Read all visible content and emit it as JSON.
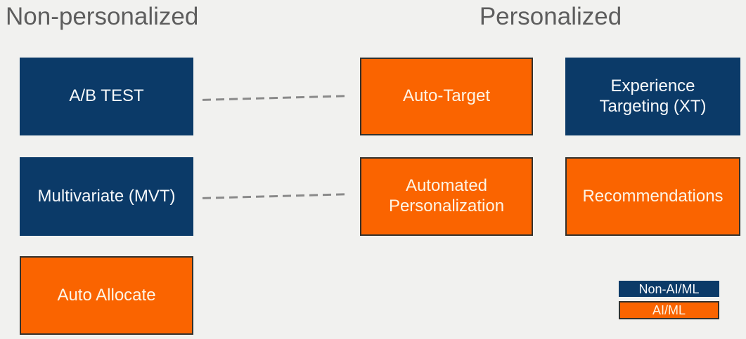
{
  "headings": {
    "left": "Non-personalized",
    "right": "Personalized"
  },
  "boxes": [
    {
      "id": "ab-test",
      "label": "A/B TEST",
      "type": "non-ai-ml",
      "column": "non-personalized",
      "row": 1
    },
    {
      "id": "auto-target",
      "label": "Auto-Target",
      "type": "ai-ml",
      "column": "personalized",
      "row": 1
    },
    {
      "id": "experience-targeting",
      "label": "Experience Targeting (XT)",
      "type": "non-ai-ml",
      "column": "personalized",
      "row": 1
    },
    {
      "id": "multivariate",
      "label": "Multivariate (MVT)",
      "type": "non-ai-ml",
      "column": "non-personalized",
      "row": 2
    },
    {
      "id": "automated-personalization",
      "label": "Automated Personalization",
      "type": "ai-ml",
      "column": "personalized",
      "row": 2
    },
    {
      "id": "recommendations",
      "label": "Recommendations",
      "type": "ai-ml",
      "column": "personalized",
      "row": 2
    },
    {
      "id": "auto-allocate",
      "label": "Auto Allocate",
      "type": "ai-ml",
      "column": "non-personalized",
      "row": 3
    }
  ],
  "connectors": [
    {
      "from": "ab-test",
      "to": "auto-target",
      "style": "dashed"
    },
    {
      "from": "multivariate",
      "to": "automated-personalization",
      "style": "dashed"
    }
  ],
  "legend": {
    "items": [
      {
        "label": "Non-AI/ML",
        "color": "#0b3a68"
      },
      {
        "label": "AI/ML",
        "color": "#fa6400"
      }
    ]
  },
  "colors": {
    "background": "#f1f1ef",
    "non_ai_fill": "#0b3a68",
    "ai_fill": "#fa6400",
    "ai_border": "#33312c",
    "heading_text": "#5d5d5d",
    "connector": "#8a8a8a",
    "box_text_light": "#f7f9fb",
    "box_text_cream": "#fdf4e4"
  }
}
